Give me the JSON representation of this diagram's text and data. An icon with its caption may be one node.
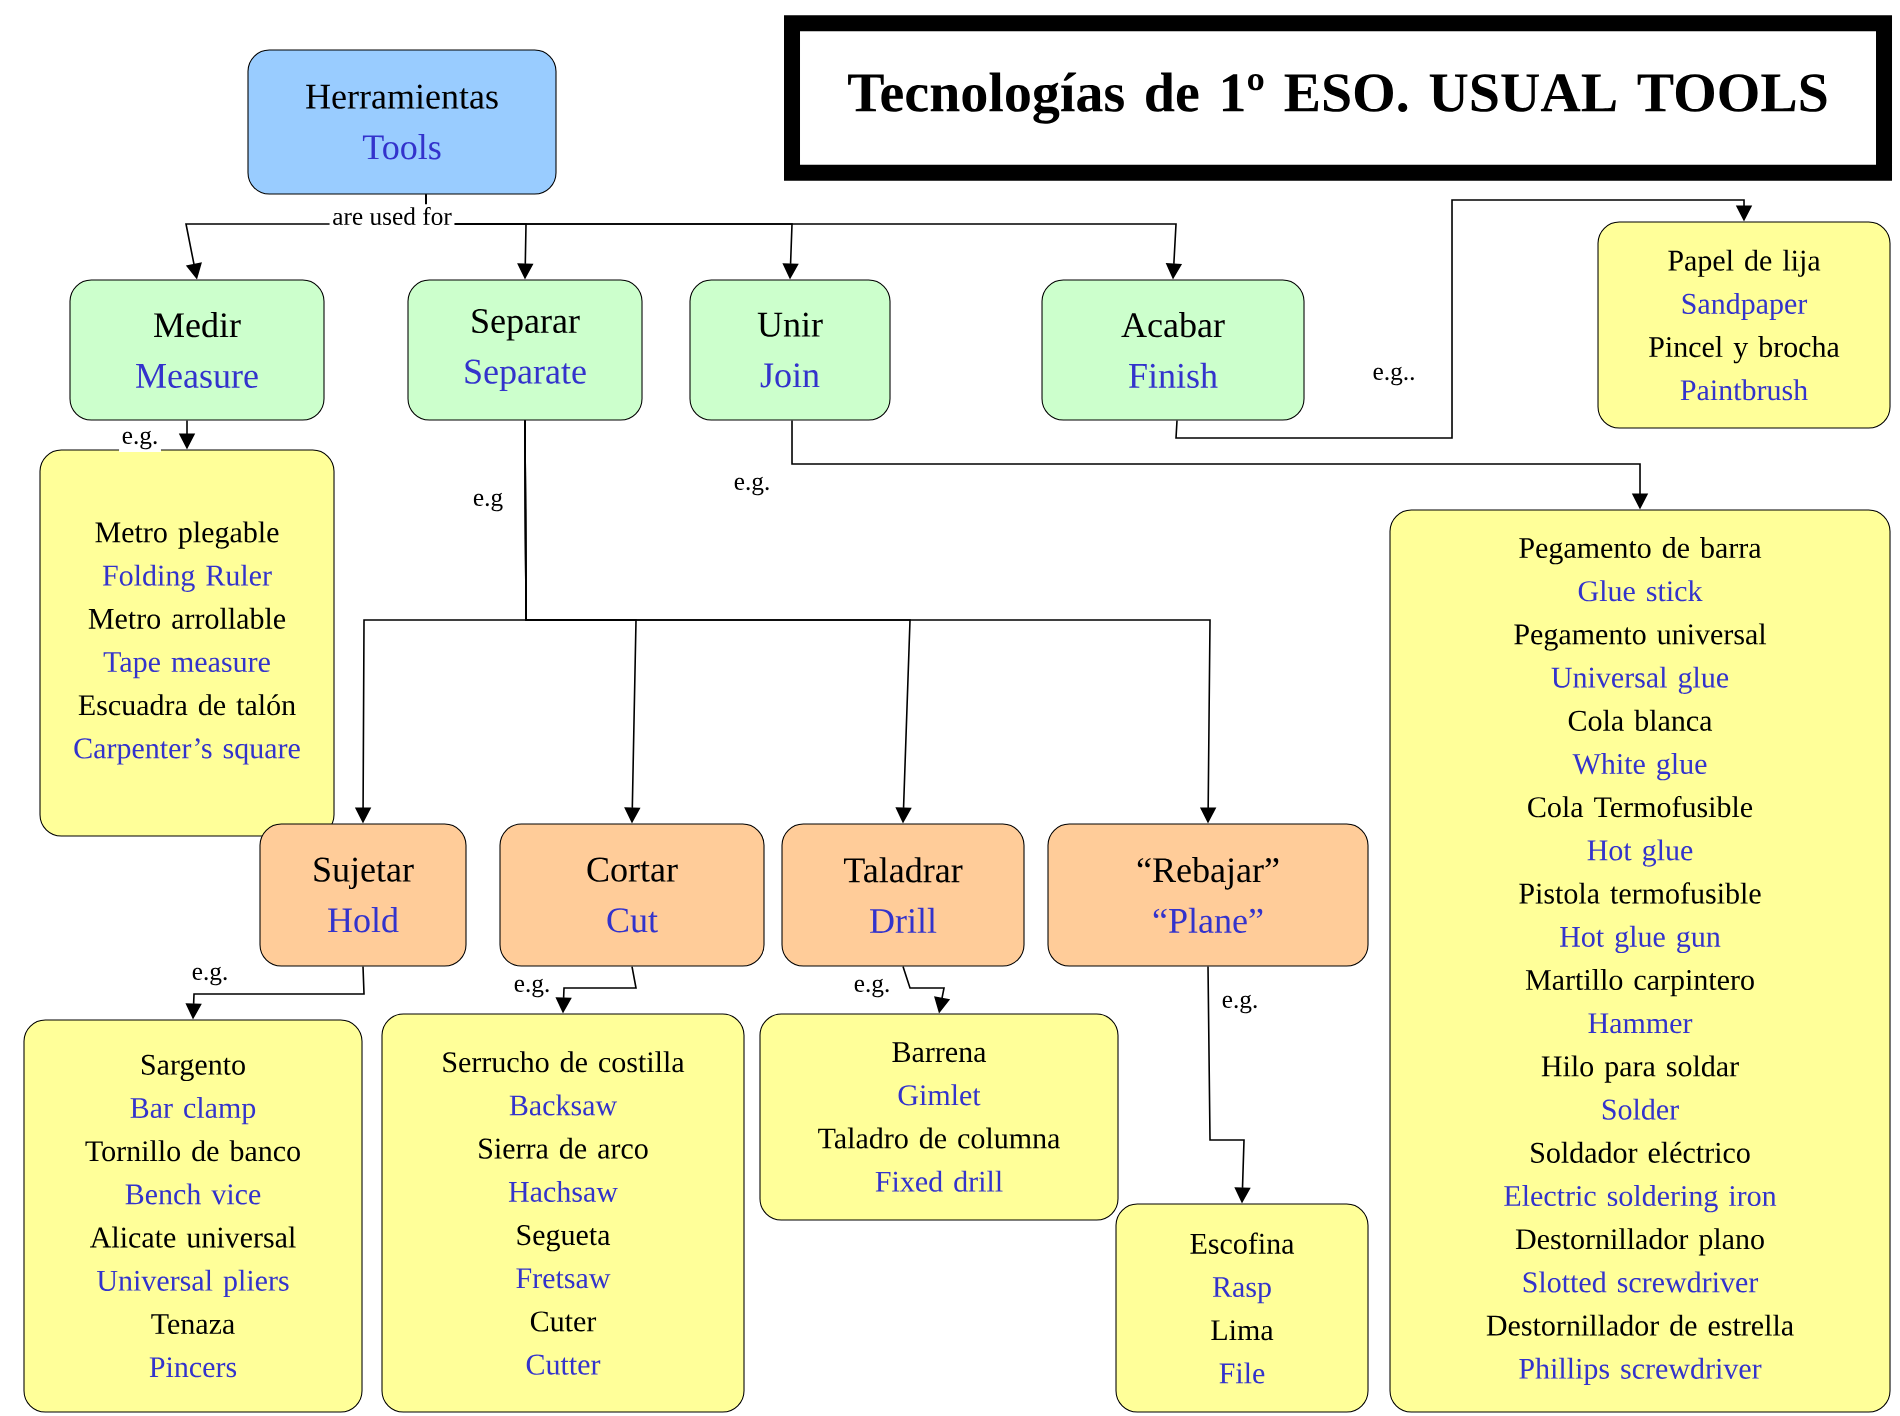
{
  "diagram": {
    "title": "Tecnologías de 1º ESO. USUAL TOOLS",
    "nodes": [
      {
        "text": [
          "Herramientas",
          "Tools"
        ]
      },
      {
        "text": [
          "Medir",
          "Measure"
        ]
      },
      {
        "text": [
          "Separar",
          "Separate"
        ]
      },
      {
        "text": [
          "Unir",
          "Join"
        ]
      },
      {
        "text": [
          "Acabar",
          "Finish"
        ]
      },
      {
        "text": [
          "Papel de lija",
          "Sandpaper",
          "Pincel y brocha",
          "Paintbrush"
        ]
      },
      {
        "text": [
          "Metro plegable",
          "Folding Ruler",
          "Metro arrollable",
          "Tape measure",
          "Escuadra de talón",
          "Carpenter’s square"
        ]
      },
      {
        "text": [
          "Sujetar",
          "Hold"
        ]
      },
      {
        "text": [
          "Cortar",
          "Cut"
        ]
      },
      {
        "text": [
          "Taladrar",
          "Drill"
        ]
      },
      {
        "text": [
          "“Rebajar”",
          "“Plane”"
        ]
      },
      {
        "text": [
          "Pegamento de barra",
          "Glue stick",
          "Pegamento universal",
          "Universal glue",
          "Cola blanca",
          "White glue",
          "Cola Termofusible",
          "Hot glue",
          "Pistola termofusible",
          "Hot glue gun",
          "Martillo carpintero",
          "Hammer",
          "Hilo para soldar",
          "Solder",
          "Soldador eléctrico",
          "Electric soldering iron",
          "Destornillador plano",
          "Slotted screwdriver",
          "Destornillador de estrella",
          "Phillips screwdriver"
        ]
      },
      {
        "text": [
          "Sargento",
          "Bar clamp",
          "Tornillo de banco",
          "Bench vice",
          "Alicate universal",
          "Universal pliers",
          "Tenaza",
          "Pincers"
        ]
      },
      {
        "text": [
          "Serrucho de costilla",
          "Backsaw",
          "Sierra de arco",
          "Hachsaw",
          "Segueta",
          "Fretsaw",
          "Cuter",
          "Cutter"
        ]
      },
      {
        "text": [
          "Barrena",
          "Gimlet",
          "Taladro de columna",
          "Fixed drill"
        ]
      },
      {
        "text": [
          "Escofina",
          "Rasp",
          "Lima",
          "File"
        ]
      }
    ],
    "edges": [
      {
        "from": 0,
        "to": 1,
        "arrow": "to",
        "label": "are used for"
      },
      {
        "from": 0,
        "to": 2,
        "arrow": "to"
      },
      {
        "from": 0,
        "to": 3,
        "arrow": "to"
      },
      {
        "from": 0,
        "to": 4,
        "arrow": "to"
      },
      {
        "from": 1,
        "to": 6,
        "arrow": "to",
        "label": "e.g."
      },
      {
        "from": 4,
        "to": 5,
        "arrow": "to",
        "label": "e.g.."
      },
      {
        "from": 3,
        "to": 11,
        "arrow": "to",
        "label": "e.g."
      },
      {
        "from": 2,
        "to": 7,
        "arrow": "to",
        "label": "e.g"
      },
      {
        "from": 2,
        "to": 8,
        "arrow": "to"
      },
      {
        "from": 2,
        "to": 9,
        "arrow": "to"
      },
      {
        "from": 2,
        "to": 10,
        "arrow": "to"
      },
      {
        "from": 7,
        "to": 12,
        "arrow": "to",
        "label": "e.g."
      },
      {
        "from": 8,
        "to": 13,
        "arrow": "to",
        "label": "e.g."
      },
      {
        "from": 9,
        "to": 14,
        "arrow": "to",
        "label": "e.g."
      },
      {
        "from": 10,
        "to": 15,
        "arrow": "to",
        "label": "e.g."
      }
    ]
  }
}
